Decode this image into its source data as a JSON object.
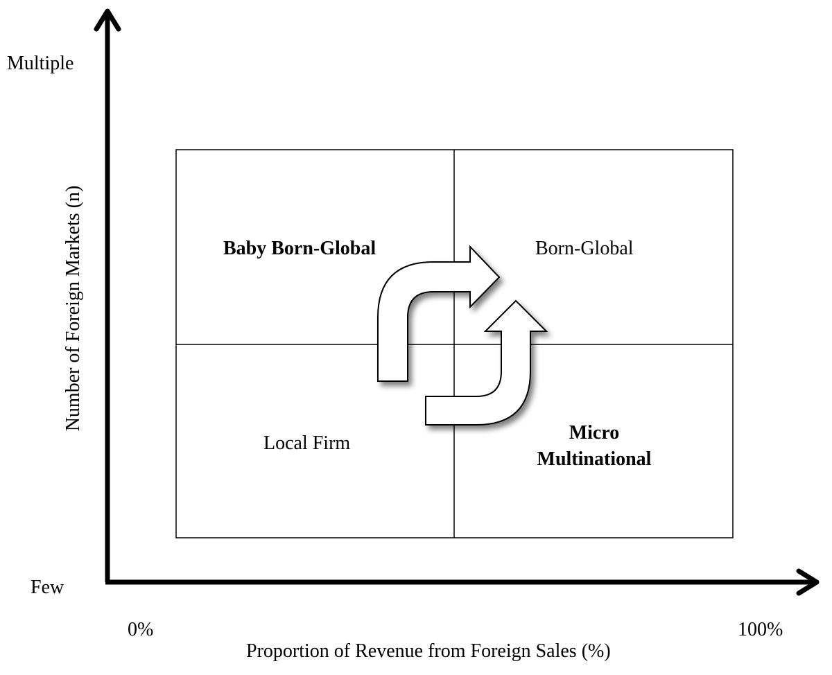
{
  "y_axis": {
    "title": "Number of Foreign Markets (n)",
    "top_label": "Multiple",
    "bottom_label": "Few"
  },
  "x_axis": {
    "title": "Proportion of Revenue from Foreign Sales (%)",
    "left_label": "0%",
    "right_label": "100%"
  },
  "quadrants": {
    "top_left": "Baby Born-Global",
    "top_right": "Born-Global",
    "bottom_left": "Local Firm",
    "bottom_right_line1": "Micro",
    "bottom_right_line2": "Multinational"
  },
  "colors": {
    "stroke": "#000000",
    "arrow_fill": "#ffffff",
    "shadow": "#999999"
  }
}
